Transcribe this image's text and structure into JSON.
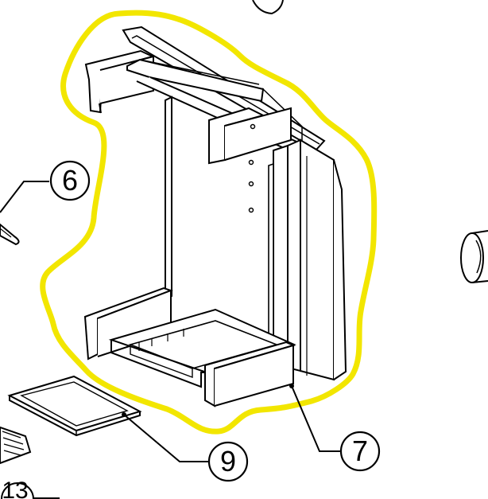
{
  "callouts": {
    "six": "6",
    "seven": "7",
    "nine": "9",
    "thirteen": "13"
  },
  "highlight_color": "#f2e600",
  "line_color": "#000000",
  "part_fill": "#ffffff",
  "part_shade": "#e8e8e8"
}
